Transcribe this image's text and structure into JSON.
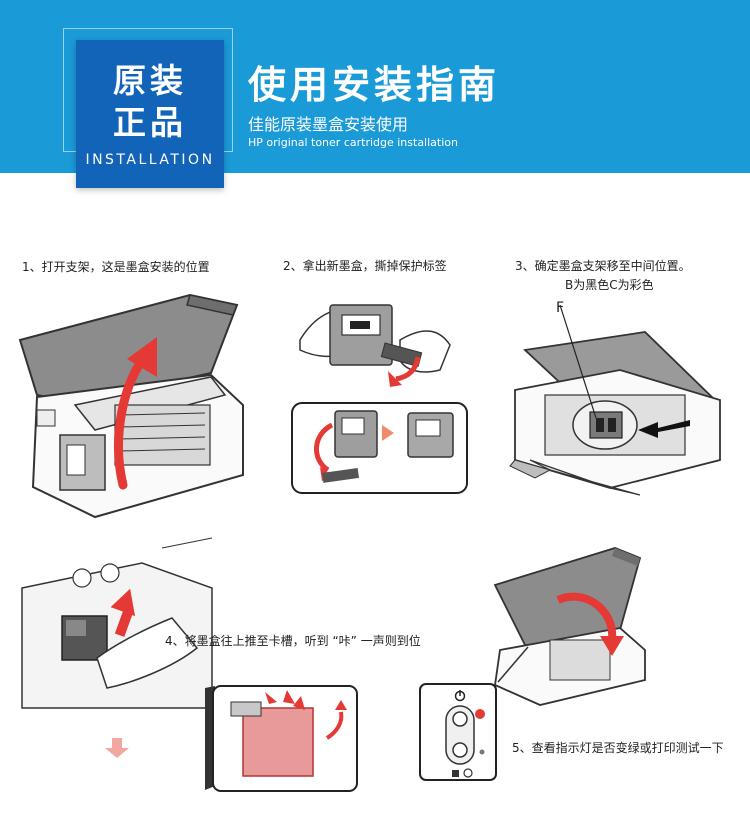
{
  "header": {
    "badge_line1": "原装",
    "badge_line2": "正品",
    "badge_en": "INSTALLATION",
    "title": "使用安装指南",
    "subtitle": "佳能原装墨盒安装使用",
    "subtitle_en": "HP original toner cartridge installation"
  },
  "steps": [
    {
      "caption": "1、打开支架，这是墨盒安装的位置"
    },
    {
      "caption": "2、拿出新墨盒，撕掉保护标签"
    },
    {
      "caption": "3、确定墨盒支架移至中间位置。",
      "note": "B为黑色C为彩色",
      "label": "F"
    },
    {
      "caption": "4、将墨盒往上推至卡槽，听到 “咔” 一声则到位"
    },
    {
      "caption": "5、查看指示灯是否变绿或打印测试一下"
    }
  ],
  "colors": {
    "header_bg": "#1b9ad8",
    "badge_bg": "#1264b8",
    "arrow_red": "#e53935",
    "printer_gray": "#8c8c8c"
  }
}
